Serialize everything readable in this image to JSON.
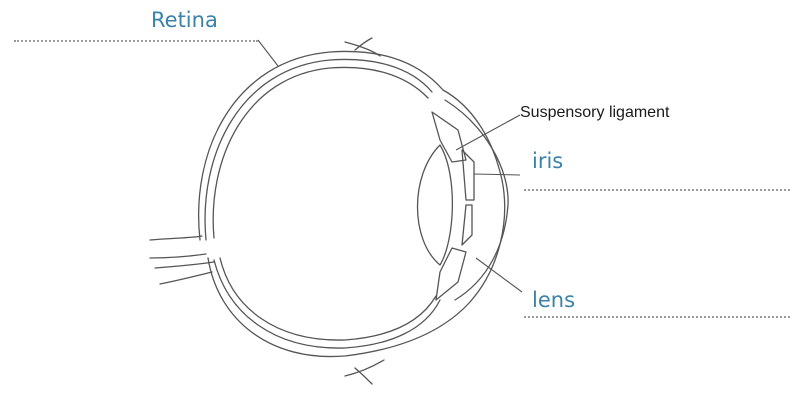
{
  "labels": {
    "retina": "Retina",
    "suspensory_ligament": "Suspensory ligament",
    "iris": "iris",
    "lens": "lens"
  },
  "colors": {
    "filled_label": "#3a82a8",
    "printed_label": "#1a1a1a",
    "answer_line": "#9a9a9a",
    "outline": "#555555"
  }
}
